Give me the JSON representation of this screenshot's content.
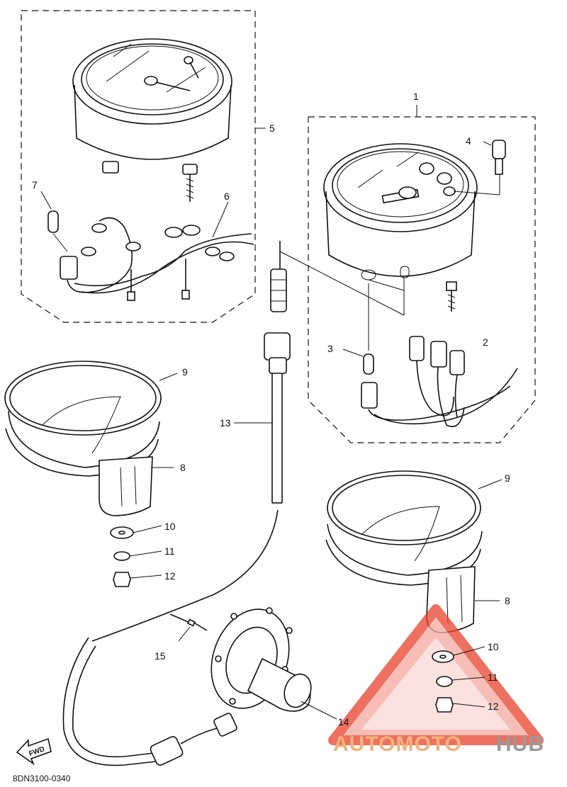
{
  "diagram": {
    "drawing_code": "8DN3100-0340",
    "fwd_label": "FWD",
    "callouts": {
      "c1": "1",
      "c2": "2",
      "c3": "3",
      "c4": "4",
      "c5": "5",
      "c6": "6",
      "c7": "7",
      "c8a": "8",
      "c9a": "9",
      "c10a": "10",
      "c11a": "11",
      "c12a": "12",
      "c13": "13",
      "c14": "14",
      "c15": "15",
      "c8b": "8",
      "c9b": "9",
      "c10b": "10",
      "c11b": "11",
      "c12b": "12"
    }
  },
  "watermark": {
    "part1": "AUTOMOTO",
    "part2": "HUB",
    "color_primary": "#e8412c",
    "color_secondary": "#9a9a9a"
  }
}
